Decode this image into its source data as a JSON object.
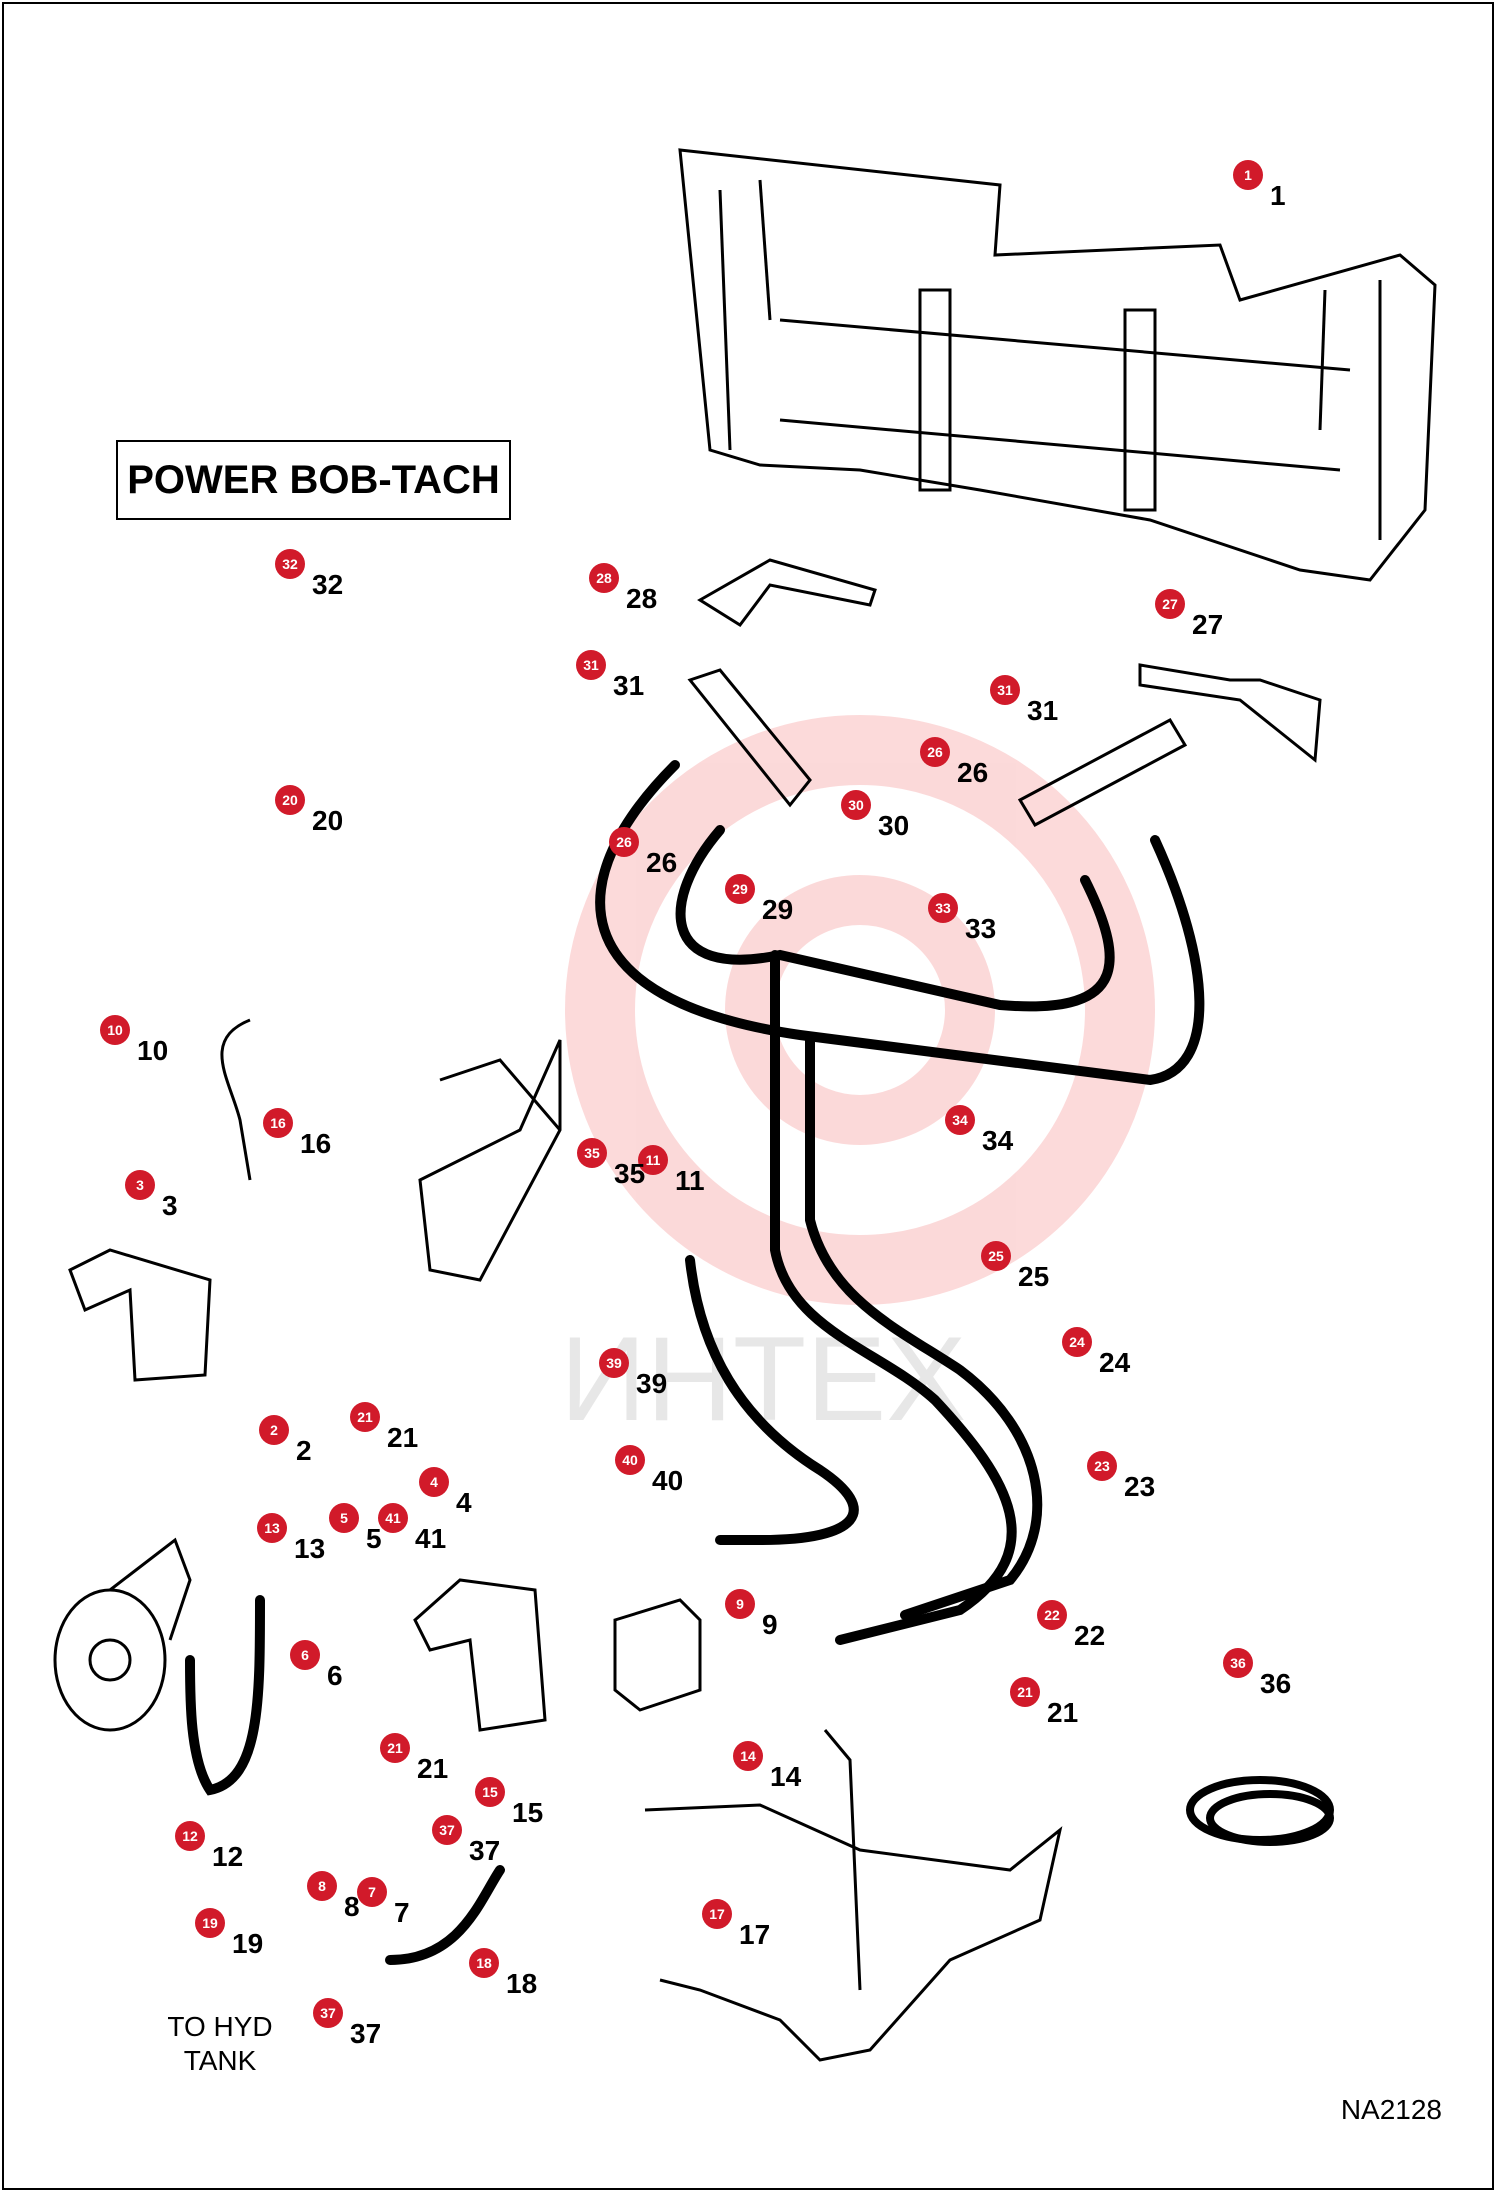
{
  "title": "POWER BOB-TACH",
  "tank_label": "TO HYD TANK",
  "reference": "NA2128",
  "watermark": "ИНТЕХ",
  "colors": {
    "callout": "#d11a2a",
    "line": "#000000",
    "watermark": "#f0a0a0"
  },
  "parts": [
    {
      "n": "1"
    },
    {
      "n": "2"
    },
    {
      "n": "3"
    },
    {
      "n": "4"
    },
    {
      "n": "5"
    },
    {
      "n": "6"
    },
    {
      "n": "7"
    },
    {
      "n": "8"
    },
    {
      "n": "9"
    },
    {
      "n": "10"
    },
    {
      "n": "11"
    },
    {
      "n": "12"
    },
    {
      "n": "13"
    },
    {
      "n": "14"
    },
    {
      "n": "15"
    },
    {
      "n": "16"
    },
    {
      "n": "17"
    },
    {
      "n": "18"
    },
    {
      "n": "19"
    },
    {
      "n": "20"
    },
    {
      "n": "21"
    },
    {
      "n": "22"
    },
    {
      "n": "23"
    },
    {
      "n": "24"
    },
    {
      "n": "25"
    },
    {
      "n": "26"
    },
    {
      "n": "27"
    },
    {
      "n": "28"
    },
    {
      "n": "29"
    },
    {
      "n": "30"
    },
    {
      "n": "31"
    },
    {
      "n": "32"
    },
    {
      "n": "33"
    },
    {
      "n": "34"
    },
    {
      "n": "35"
    },
    {
      "n": "36"
    },
    {
      "n": "37"
    },
    {
      "n": "39"
    },
    {
      "n": "40"
    },
    {
      "n": "41"
    }
  ]
}
